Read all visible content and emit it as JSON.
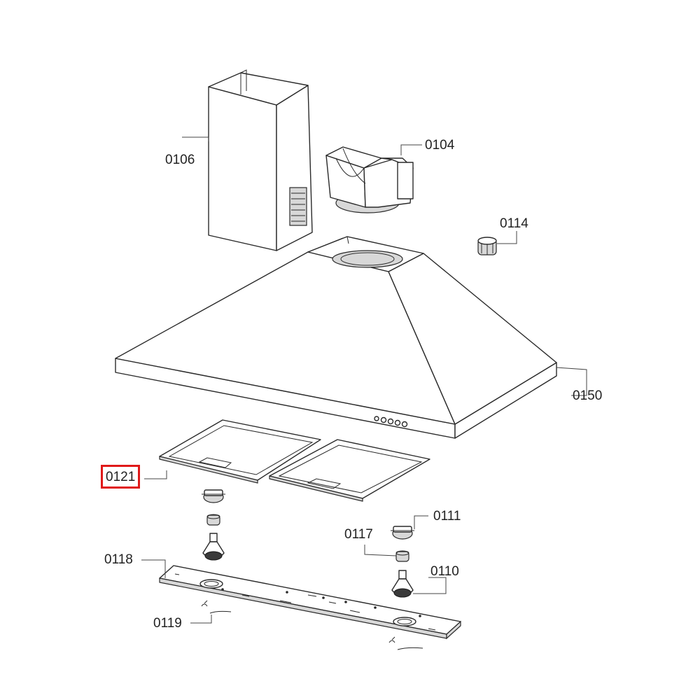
{
  "labels": {
    "chimney": "0106",
    "air_outlet": "0104",
    "knob": "0114",
    "hood_body": "0150",
    "grease_filter": "0121",
    "lamp_holder": "0111",
    "lamp_ring": "0117",
    "halogen_lamp": "0110",
    "lamp_panel": "0118",
    "screw": "0119"
  },
  "highlighted_part": "0121",
  "colors": {
    "line": "#2a2a2a",
    "highlight": "#e01919"
  }
}
